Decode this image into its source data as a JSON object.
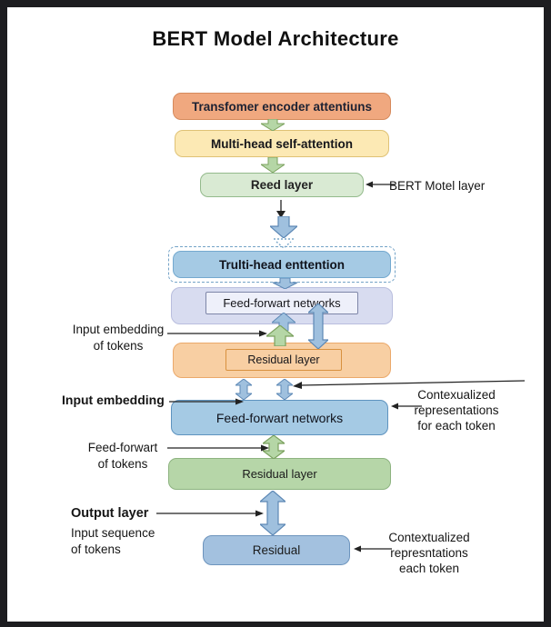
{
  "title": "BERT Model Architecture",
  "boxes": {
    "transformer_encoder": "Transfomer encoder attentiuns",
    "multi_head_self_attention": "Multi-head self-attention",
    "reed_layer": "Reed layer",
    "trulti_head": "Trulti-head enttention",
    "feed_forwart_1": "Feed-forwart networks",
    "residual_layer_1": "Residual layer",
    "feed_forwart_2": "Feed-forwart networks",
    "residual_layer_2": "Residual layer",
    "residual": "Residual"
  },
  "labels": {
    "bert_model_layer": "BERT Motel layer",
    "input_embedding_tokens": [
      "Input embedding",
      "of tokens"
    ],
    "input_embedding_bold": "Input embedding",
    "contextualized_1": [
      "Contexualized",
      "representations",
      "for each token"
    ],
    "feed_forwart_tokens": [
      "Feed-forwart",
      "of tokens"
    ],
    "output_layer": "Output layer",
    "input_sequence": [
      "Input sequence",
      "of tokens"
    ],
    "contextualized_2": [
      "Contextualized",
      "represntations",
      "each token"
    ]
  },
  "colors": {
    "frame": "#1d1d20",
    "background": "#ffffff",
    "box_orange_fill": "#f0a87f",
    "box_orange_border": "#d68a5c",
    "box_yellow_fill": "#fce9b4",
    "box_yellow_border": "#dfc276",
    "box_light_green_fill": "#d9ead3",
    "box_light_green_border": "#94ba8c",
    "box_blue_fill": "#a5cae4",
    "box_blue_border": "#5e93bf",
    "box_lavender_fill": "#d8dcf0",
    "box_peach_fill": "#f8cfa3",
    "box_green_fill": "#b6d6a8",
    "box_blue2_fill": "#a3c1df",
    "arrow_green_fill": "#b5d6a6",
    "arrow_green_border": "#7ba15e",
    "arrow_blue_fill": "#9fc0de",
    "arrow_blue_border": "#5d88b5",
    "text": "#1a1a1a"
  }
}
